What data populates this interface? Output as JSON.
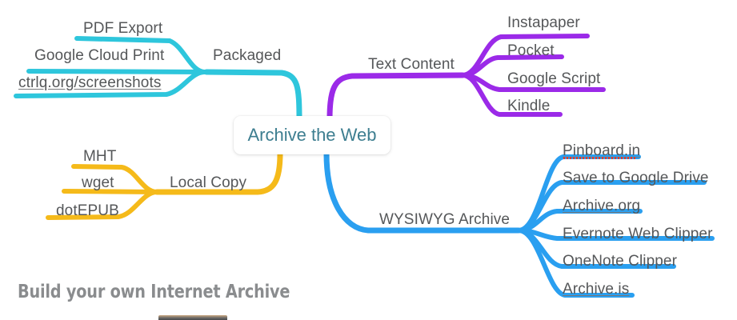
{
  "colors": {
    "cyan": "#2ec6dc",
    "purple": "#9b2ae8",
    "yellow": "#f5ba1a",
    "blue": "#2a9ff0",
    "text": "#555759",
    "center_text": "#3d7e90",
    "caption": "#8a8c8e",
    "spellcheck": "#e23b2e"
  },
  "center": {
    "label": "Archive the Web"
  },
  "branches": {
    "packaged": {
      "label": "Packaged",
      "color": "#2ec6dc",
      "children": [
        {
          "label": "PDF Export",
          "is_link": false
        },
        {
          "label": "Google Cloud Print",
          "is_link": false
        },
        {
          "label": "ctrlq.org/screenshots",
          "is_link": true
        }
      ]
    },
    "text_content": {
      "label": "Text Content",
      "color": "#9b2ae8",
      "children": [
        {
          "label": "Instapaper",
          "is_link": false
        },
        {
          "label": "Pocket",
          "is_link": false
        },
        {
          "label": "Google Script",
          "is_link": false
        },
        {
          "label": "Kindle",
          "is_link": false
        }
      ]
    },
    "local_copy": {
      "label": "Local Copy",
      "color": "#f5ba1a",
      "children": [
        {
          "label": "MHT",
          "is_link": false
        },
        {
          "label": "wget",
          "is_link": false
        },
        {
          "label": "dotEPUB",
          "is_link": false
        }
      ]
    },
    "wysiwyg_archive": {
      "label": "WYSIWYG Archive",
      "color": "#2a9ff0",
      "children": [
        {
          "label": "Pinboard.in",
          "is_link": true,
          "spellcheck_error": true
        },
        {
          "label": "Save to Google Drive",
          "is_link": false
        },
        {
          "label": "Archive.org",
          "is_link": true
        },
        {
          "label": "Evernote Web Clipper",
          "is_link": false
        },
        {
          "label": "OneNote Clipper",
          "is_link": false
        },
        {
          "label": "Archive.is",
          "is_link": true
        }
      ]
    }
  },
  "caption": {
    "text": "Build your own Internet Archive"
  }
}
